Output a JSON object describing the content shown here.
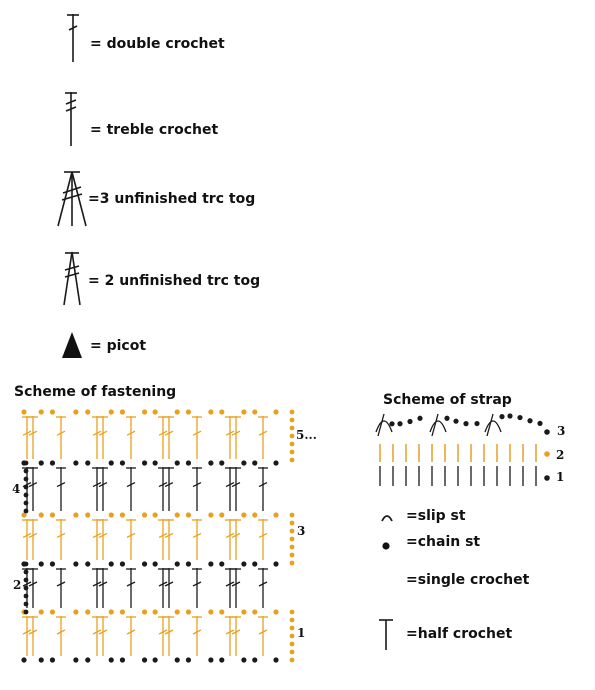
{
  "colors": {
    "ink": "#1a1a1a",
    "accent": "#e8a020"
  },
  "legend": [
    {
      "icon": "double-crochet-icon",
      "text": "= double crochet"
    },
    {
      "icon": "treble-crochet-icon",
      "text": "= treble crochet"
    },
    {
      "icon": "three-unfinished-trc-tog-icon",
      "text": "=3 unfinished trc tog"
    },
    {
      "icon": "two-unfinished-trc-tog-icon",
      "text": "= 2 unfinished trc tog"
    },
    {
      "icon": "picot-icon",
      "text": "= picot"
    }
  ],
  "fastening": {
    "title": "Scheme of fastening",
    "row_labels": [
      "5...",
      "4",
      "3",
      "2",
      "1"
    ]
  },
  "strap": {
    "title": "Scheme of strap",
    "row_labels": [
      "3",
      "2",
      "1"
    ],
    "legend": [
      {
        "icon": "slip-stitch-icon",
        "text": "=slip st"
      },
      {
        "icon": "chain-stitch-icon",
        "text": "=chain st"
      },
      {
        "icon": "single-crochet-icon",
        "text": "=single crochet"
      },
      {
        "icon": "half-crochet-icon",
        "text": "=half crochet"
      }
    ]
  }
}
